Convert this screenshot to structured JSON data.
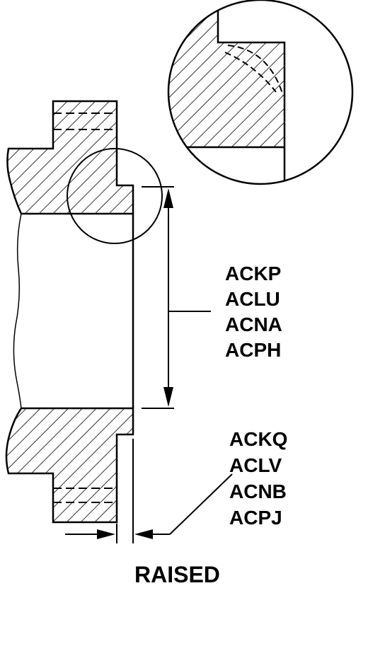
{
  "diagram": {
    "dimension_group_1": [
      "ACKP",
      "ACLU",
      "ACNA",
      "ACPH"
    ],
    "dimension_group_2": [
      "ACKQ",
      "ACLV",
      "ACNB",
      "ACPJ"
    ],
    "caption": "RAISED"
  }
}
